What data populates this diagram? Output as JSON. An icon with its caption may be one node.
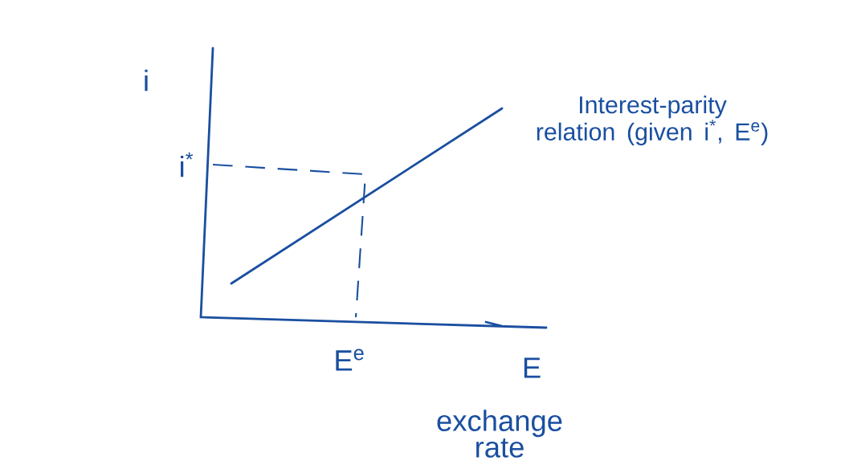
{
  "diagram": {
    "labels": [
      "i",
      "Interest-parity relation (given i$^{*}$, E$^{e}$)",
      "i$^{*}$",
      "E$^{e}$",
      "E",
      "exchange rate"
    ]
  }
}
